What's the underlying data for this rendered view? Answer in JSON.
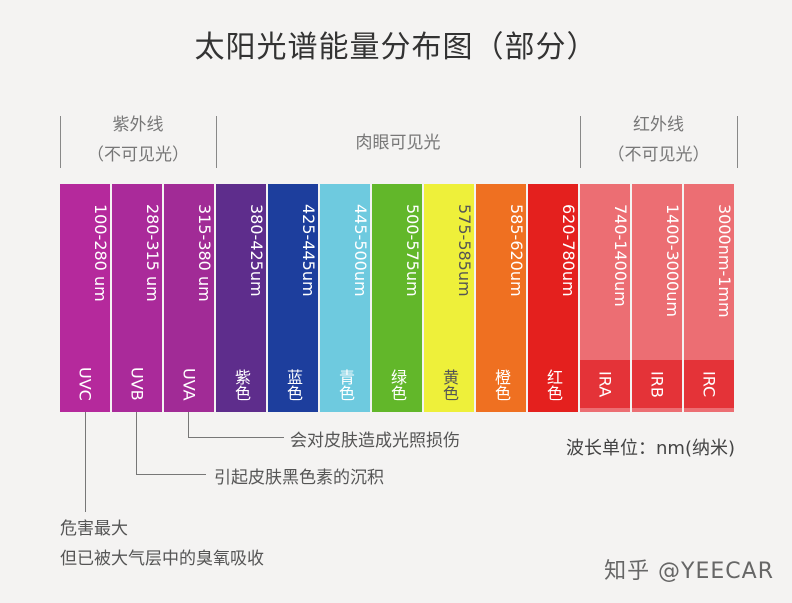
{
  "title": "太阳光谱能量分布图（部分）",
  "groups": {
    "uv": {
      "line1": "紫外线",
      "line2": "（不可见光）"
    },
    "visible": {
      "line1": "肉眼可见光"
    },
    "ir": {
      "line1": "红外线",
      "line2": "（不可见光）"
    }
  },
  "bands": [
    {
      "wavelength": "100-280 um",
      "name": "UVC",
      "color": "#b5299c",
      "name_color": "#b5299c"
    },
    {
      "wavelength": "280-315 um",
      "name": "UVB",
      "color": "#aa2a9a",
      "name_color": "#aa2a9a"
    },
    {
      "wavelength": "315-380 um",
      "name": "UVA",
      "color": "#a12b96",
      "name_color": "#a12b96"
    },
    {
      "wavelength": "380-425um",
      "name": "紫色",
      "color": "#5e2d8c",
      "name_color": "#5e2d8c"
    },
    {
      "wavelength": "425-445um",
      "name": "蓝色",
      "color": "#1d3e9d",
      "name_color": "#1d3e9d"
    },
    {
      "wavelength": "445-500um",
      "name": "青色",
      "color": "#6ecadf",
      "name_color": "#6ecadf"
    },
    {
      "wavelength": "500-575um",
      "name": "绿色",
      "color": "#62b72a",
      "name_color": "#62b72a"
    },
    {
      "wavelength": "575-585um",
      "name": "黄色",
      "color": "#eef03a",
      "name_color": "#eef03a"
    },
    {
      "wavelength": "585-620um",
      "name": "橙色",
      "color": "#ef7021",
      "name_color": "#ef7021"
    },
    {
      "wavelength": "620-780um",
      "name": "红色",
      "color": "#e4201e",
      "name_color": "#e4201e"
    },
    {
      "wavelength": "740-1400um",
      "name": "IRA",
      "color": "#ec6e73",
      "name_color": "#e43338"
    },
    {
      "wavelength": "1400-3000um",
      "name": "IRB",
      "color": "#ec6e73",
      "name_color": "#e43338"
    },
    {
      "wavelength": "3000nm-1mm",
      "name": "IRC",
      "color": "#ec6e73",
      "name_color": "#e43338"
    }
  ],
  "notes": {
    "uva": "会对皮肤造成光照损伤",
    "uvb": "引起皮肤黑色素的沉积",
    "uvc_line1": "危害最大",
    "uvc_line2": "但已被大气层中的臭氧吸收"
  },
  "unit": "波长单位：nm(纳米)",
  "watermark": "知乎 @YEECAR"
}
